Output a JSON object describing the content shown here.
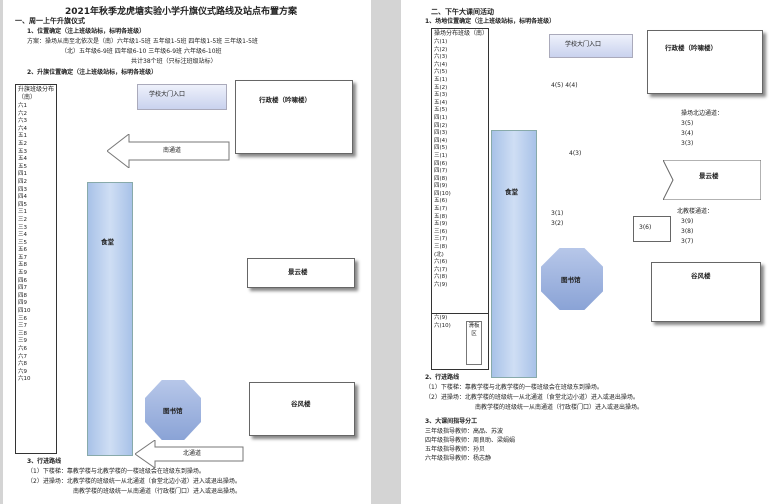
{
  "left": {
    "title": "2021年秋季龙虎塘实验小学升旗仪式路线及站点布置方案",
    "s1": "一、周一上午升旗仪式",
    "s1_1": "1、位置确定（注上班级站标，标明各班级）",
    "plan_a": "方案：操场从南至北依次是（南）六年级1-5班 五年级1-5班 四年级1-5班 三年级1-5班",
    "plan_b": "（北）五年级6-9班 四年级6-10 三年级6-9班 六年级6-10班",
    "plan_c": "共计38个班（只标注班级站标）",
    "s1_2": "2、升旗位置确定（注上班级站标，标明各班级）",
    "col_header": "升旗班级分布（南）",
    "col_rows": [
      "六1",
      "六2",
      "六3",
      "六4",
      "五1",
      "五2",
      "五3",
      "五4",
      "五5",
      "四1",
      "四2",
      "四3",
      "四4",
      "四5",
      "三1",
      "三2",
      "三3",
      "三4",
      "三5",
      "",
      "五6",
      "五7",
      "五8",
      "五9",
      "四6",
      "四7",
      "四8",
      "四9",
      "四10",
      "三6",
      "三7",
      "三8",
      "三9",
      "六6",
      "六7",
      "六8",
      "六9",
      "六10"
    ],
    "gate": "学校大门入口",
    "admin": "行政楼（吟啸楼）",
    "arrow_south": "南通道",
    "canteen": "食堂",
    "qingyun": "景云楼",
    "library": "图书馆",
    "arrow_north": "北通道",
    "yufeng": "谷风楼",
    "s1_3": "3、行进路线",
    "route1": "（1）下楼梯：靠教学楼与北教学楼的一楼班级会在班级东到操场。",
    "route2": "（2）进操场：北教学楼的班级统一从北通道（食堂北边小道）进入或退出操场。",
    "route3": "南教学楼的班级统一从南通道（行政楼门口）进入或退出操场。"
  },
  "right": {
    "s2": "二、下午大课间活动",
    "s2_1": "1、场地位置确定（注上班级站标，标明各班级）",
    "col_header": "操场分布班级（南）",
    "col_rows": [
      "六(1)",
      "六(2)",
      "六(3)",
      "六(4)",
      "六(5)",
      "五(1)",
      "五(2)",
      "五(3)",
      "五(4)",
      "五(5)",
      "四(1)",
      "四(2)",
      "四(3)",
      "四(4)",
      "四(5)",
      "三(1)",
      "四(6)",
      "四(7)",
      "四(8)",
      "四(9)",
      "四(10)",
      "五(6)",
      "五(7)",
      "五(8)",
      "五(9)",
      "三(6)",
      "三(7)",
      "三(8)",
      "(北)",
      "六(6)",
      "六(7)",
      "六(8)",
      "六(9)"
    ],
    "col2_rows": [
      "六(9)",
      "六(10)"
    ],
    "slide": "滑板区",
    "gate": "学校大门入口",
    "admin": "行政楼（吟啸楼）",
    "mid_a": "4(5)  4(4)",
    "south_passage": "操场北边通道：",
    "south_list": [
      "3(5)",
      "3(4)",
      "3(3)"
    ],
    "mid_b": "4(3)",
    "canteen": "食堂",
    "qingyun": "景云楼",
    "north_passage": "北教楼通道：",
    "north_list": [
      "3(9)",
      "3(8)",
      "3(7)"
    ],
    "mid_c1": "3(1)",
    "mid_c2": "3(2)",
    "small_box": "3(6)",
    "library": "图书馆",
    "yufeng": "谷风楼",
    "s2_2": "2、行进路线",
    "route1": "（1）下楼梯：靠教学楼与北教学楼的一楼班级会在班级东到操场。",
    "route2": "（2）进操场：北教学楼的班级统一从北通道（食堂北边小道）进入或退出操场。",
    "route3": "南教学楼的班级统一从南通道（行政楼门口）进入或退出操场。",
    "s2_3": "3、大课间指导分工",
    "staff": [
      "三年级指导教师：高品、苏波",
      "四年级指导教师：周良助、梁娟娟",
      "五年级指导教师：孙贝",
      "六年级指导教师：杨志静"
    ]
  }
}
